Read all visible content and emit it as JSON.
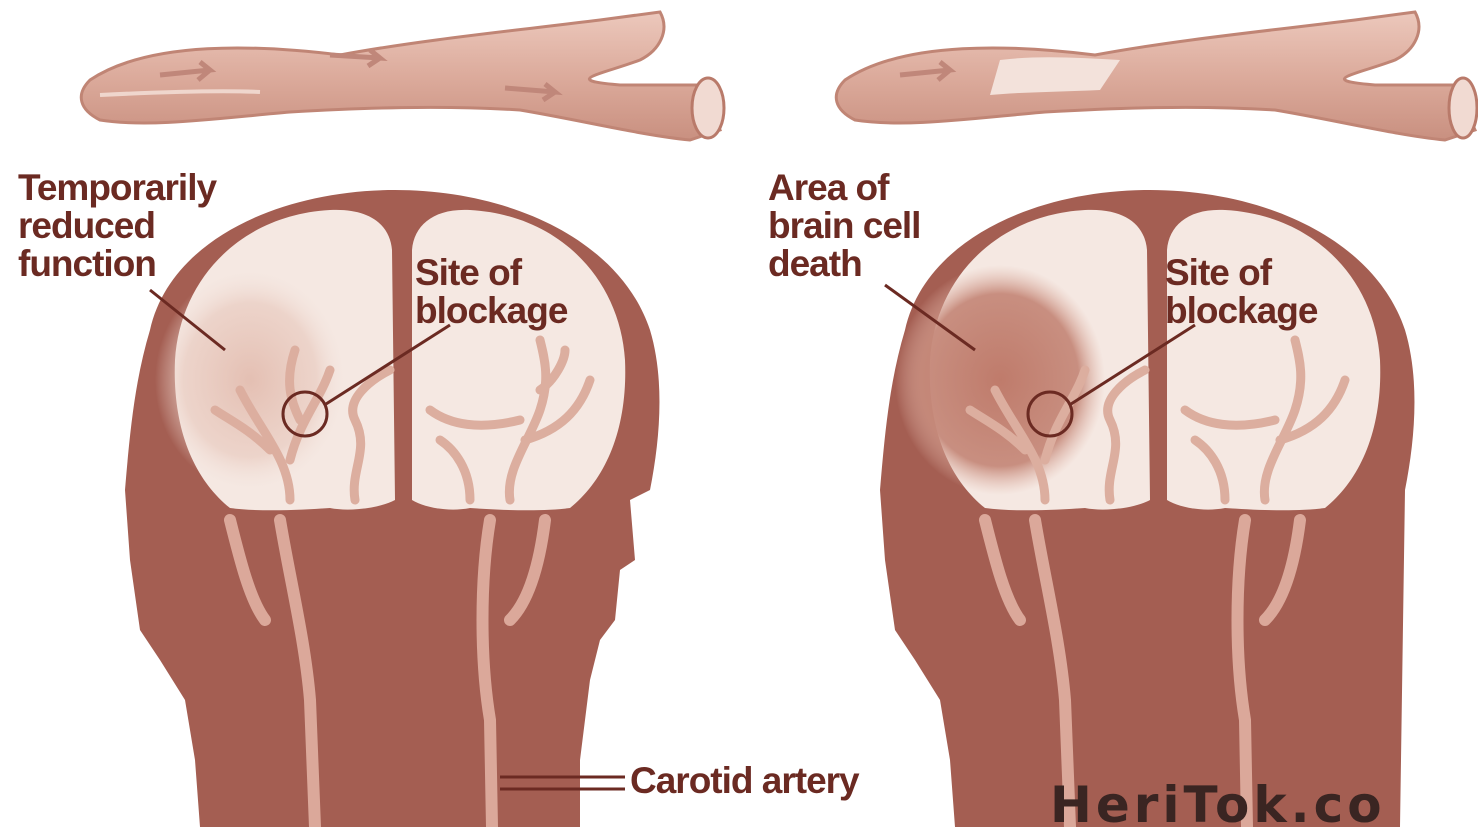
{
  "left_panel": {
    "area_label": [
      "Temporarily",
      "reduced",
      "function"
    ],
    "blockage_label": [
      "Site of",
      "blockage"
    ]
  },
  "right_panel": {
    "area_label": [
      "Area of",
      "brain cell",
      "death"
    ],
    "blockage_label": [
      "Site of",
      "blockage"
    ]
  },
  "shared": {
    "artery_label": "Carotid artery"
  },
  "watermark": "HeriTok.co",
  "colors": {
    "skull": "#a45e52",
    "brain": "#f5e8e2",
    "vessel": "#e0b4a6",
    "vessel_dark": "#c98d7d",
    "label": "#6b2a22",
    "lesion_light": "#e6c4b8",
    "lesion_dark": "#c48676"
  }
}
